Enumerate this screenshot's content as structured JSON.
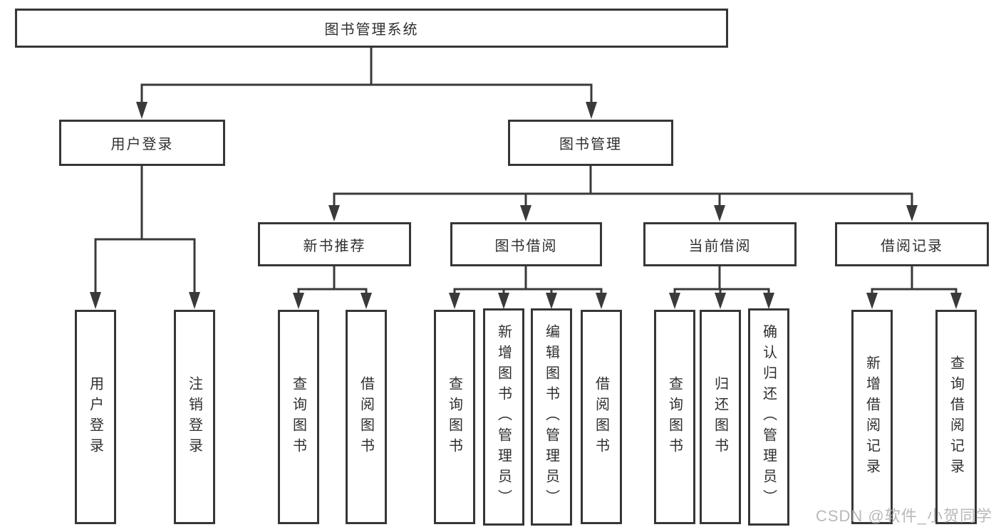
{
  "diagram": {
    "title": "图书管理系统",
    "root": {
      "label": "图书管理系统"
    },
    "level2": [
      {
        "label": "用户登录"
      },
      {
        "label": "图书管理"
      }
    ],
    "level3": [
      {
        "label": "新书推荐",
        "parent": "图书管理"
      },
      {
        "label": "图书借阅",
        "parent": "图书管理"
      },
      {
        "label": "当前借阅",
        "parent": "图书管理"
      },
      {
        "label": "借阅记录",
        "parent": "图书管理"
      }
    ],
    "leaves": [
      {
        "label": "用户登录",
        "parent": "用户登录"
      },
      {
        "label": "注销登录",
        "parent": "用户登录"
      },
      {
        "label": "查询图书",
        "parent": "新书推荐"
      },
      {
        "label": "借阅图书",
        "parent": "新书推荐"
      },
      {
        "label": "查询图书",
        "parent": "图书借阅"
      },
      {
        "label": "新增图书（管理员）",
        "parent": "图书借阅"
      },
      {
        "label": "编辑图书（管理员）",
        "parent": "图书借阅"
      },
      {
        "label": "借阅图书",
        "parent": "图书借阅"
      },
      {
        "label": "查询图书",
        "parent": "当前借阅"
      },
      {
        "label": "归还图书",
        "parent": "当前借阅"
      },
      {
        "label": "确认归还（管理员）",
        "parent": "当前借阅"
      },
      {
        "label": "新增借阅记录",
        "parent": "借阅记录"
      },
      {
        "label": "查询借阅记录",
        "parent": "借阅记录"
      }
    ],
    "colors": {
      "line": "#3a3a3a",
      "box_border": "#363636",
      "text": "#2f2f2f",
      "background": "#ffffff"
    }
  },
  "watermark": {
    "text": "CSDN @软件_小贺同学",
    "color": "#b0b0b0"
  }
}
